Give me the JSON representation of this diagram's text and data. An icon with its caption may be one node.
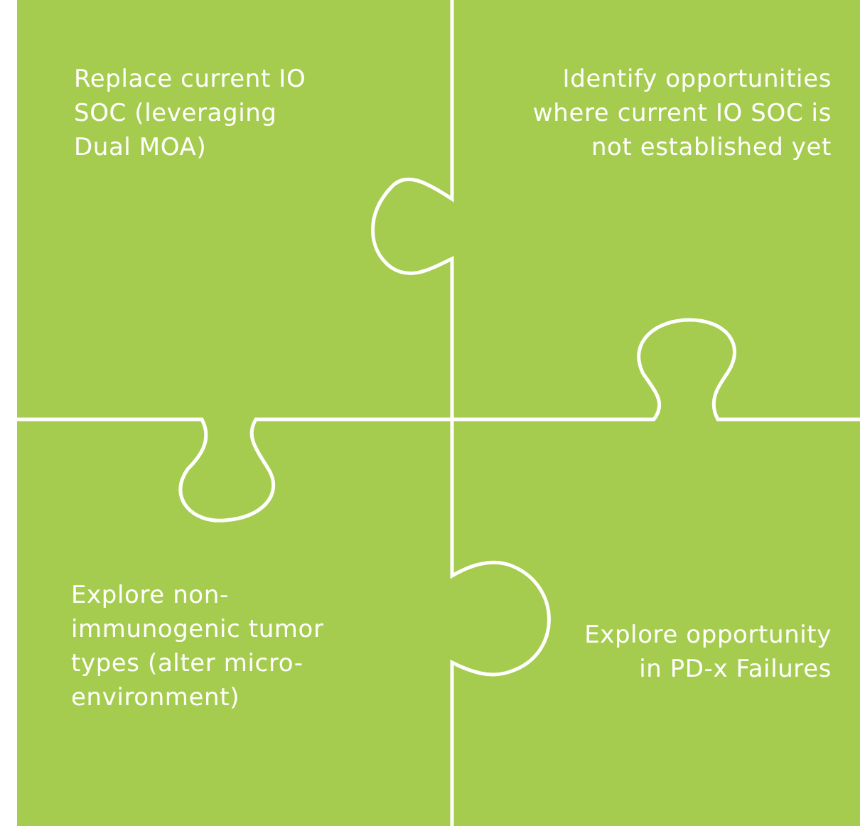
{
  "diagram": {
    "nodes": [
      {
        "text": [
          "Replace current IO SOC (leveraging Dual MOA)"
        ]
      },
      {
        "text": [
          "Identify opportunities where current IO SOC is not established yet"
        ]
      },
      {
        "text": [
          "Explore non-immunogenic tumor types (alter micro-environment)"
        ]
      },
      {
        "text": [
          "Explore opportunity in PD-x Failures"
        ]
      }
    ]
  }
}
